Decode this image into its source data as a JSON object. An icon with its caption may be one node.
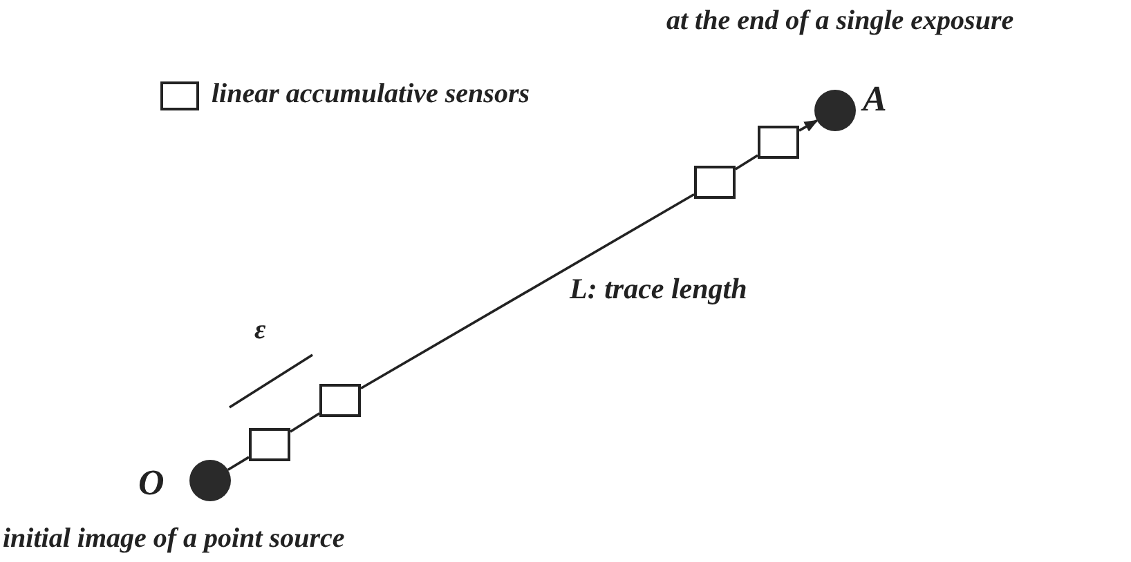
{
  "diagram": {
    "nodes": [
      {
        "text": [],
        "shape": "circle",
        "beside": [
          "O",
          "initial image of a point source"
        ]
      },
      {
        "text": [],
        "shape": "box"
      },
      {
        "text": [],
        "shape": "box"
      },
      {
        "text": [],
        "shape": "box"
      },
      {
        "text": [],
        "shape": "box"
      },
      {
        "text": [],
        "shape": "circle",
        "beside": [
          "A",
          "at the end of a single exposure"
        ]
      }
    ],
    "edges": [
      {
        "from": 0,
        "to": 1,
        "arrow": "none"
      },
      {
        "from": 1,
        "to": 2,
        "arrow": "none"
      },
      {
        "from": 2,
        "to": 3,
        "arrow": "none"
      },
      {
        "from": 3,
        "to": 4,
        "arrow": "none"
      },
      {
        "from": 4,
        "to": 5,
        "arrow": "to"
      }
    ],
    "labels": [
      "ε",
      "L: trace length"
    ],
    "legend": [
      {
        "text": "linear accumulative sensors"
      }
    ]
  }
}
